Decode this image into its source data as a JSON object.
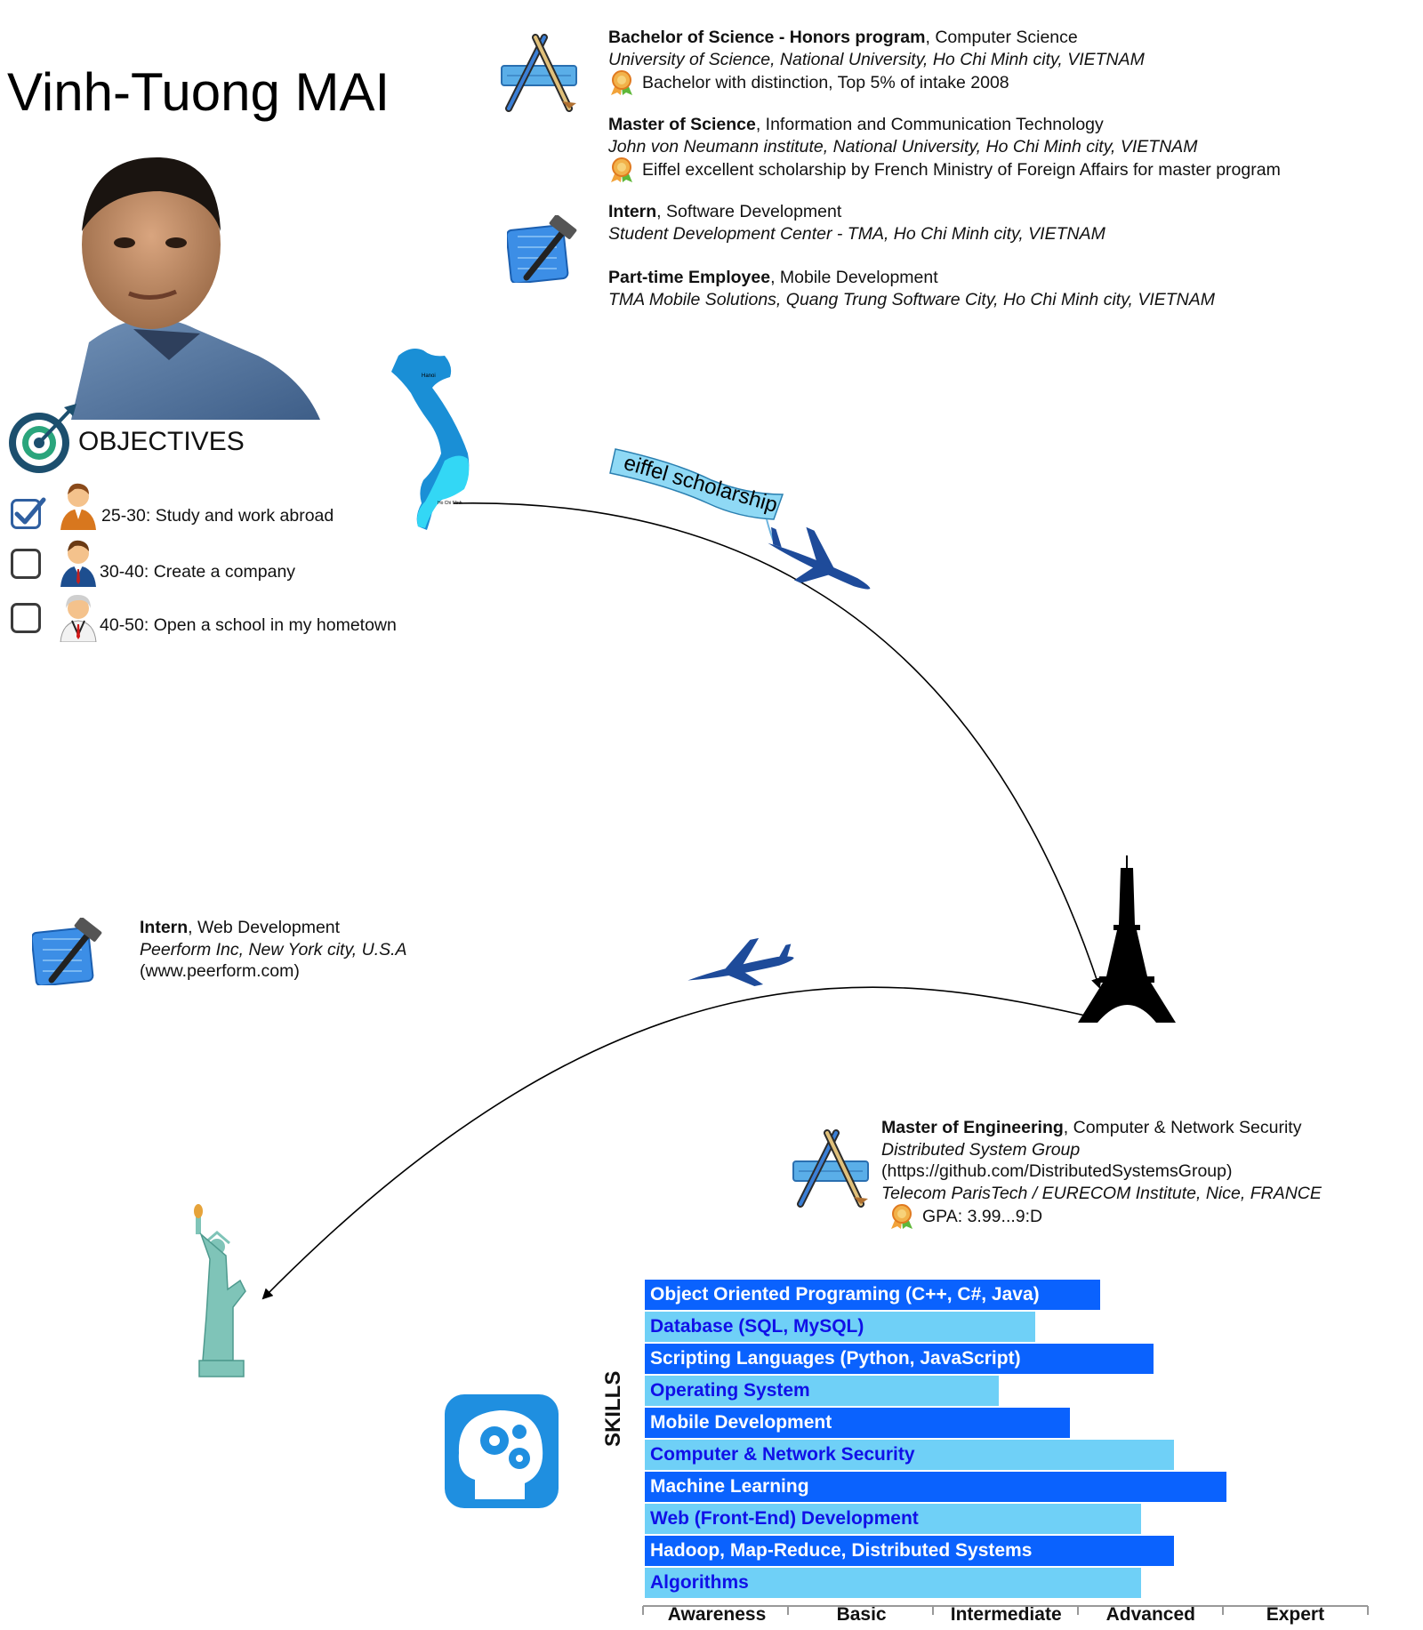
{
  "name": "Vinh-Tuong MAI",
  "education_top": [
    {
      "degree": "Bachelor of Science - Honors program",
      "field": ", Computer Science",
      "institution": "University of Science, National University, Ho Chi Minh city, VIETNAM",
      "award": "Bachelor with distinction, Top 5% of intake 2008"
    },
    {
      "degree": "Master of Science",
      "field": ", Information and Communication Technology",
      "institution": "John von Neumann institute, National University, Ho Chi Minh city, VIETNAM",
      "award": "Eiffel excellent scholarship by French Ministry of Foreign Affairs for master program"
    }
  ],
  "work_top": [
    {
      "role": "Intern",
      "field": ", Software Development",
      "company": "Student Development Center - TMA, Ho Chi Minh city, VIETNAM"
    },
    {
      "role": "Part-time Employee",
      "field": ", Mobile Development",
      "company": "TMA Mobile Solutions, Quang Trung Software City, Ho Chi Minh city, VIETNAM"
    }
  ],
  "objectives": {
    "title": "OBJECTIVES",
    "items": [
      {
        "text": "25-30: Study and work abroad",
        "checked": true
      },
      {
        "text": "30-40: Create a company",
        "checked": false
      },
      {
        "text": "40-50: Open a school in my hometown",
        "checked": false
      }
    ]
  },
  "map_labels": {
    "north": "Hanoi",
    "south": "Ho Chi Minh"
  },
  "banner": "eiffel scholarship",
  "work_usa": {
    "role": "Intern",
    "field": ", Web Development",
    "company": "Peerform Inc, New York city, U.S.A",
    "website": "(www.peerform.com)"
  },
  "education_france": {
    "degree": "Master of Engineering",
    "field": ", Computer & Network Security",
    "group": "Distributed System Group",
    "group_url": "(https://github.com/DistributedSystemsGroup)",
    "institution": "Telecom ParisTech / EURECOM Institute, Nice, FRANCE",
    "award": "GPA: 3.99...9:D"
  },
  "colors": {
    "bar_dark": "#0a62fe",
    "bar_light": "#6fd0f7",
    "text_on_light": "#1010e8",
    "map_dark": "#1a8fd6",
    "map_light": "#33d7f5",
    "plane": "#1e4b9a",
    "liberty": "#7fc4b8"
  },
  "chart_data": {
    "type": "bar",
    "orientation": "horizontal",
    "title": "",
    "ylabel": "SKILLS",
    "xlabel": "",
    "levels": [
      "Awareness",
      "Basic",
      "Intermediate",
      "Advanced",
      "Expert"
    ],
    "xlim": [
      0,
      5
    ],
    "categories": [
      "Object Oriented Programing (C++, C#, Java)",
      "Database (SQL, MySQL)",
      "Scripting Languages (Python, JavaScript)",
      "Operating System",
      "Mobile Development",
      "Computer & Network Security",
      "Machine Learning",
      "Web (Front-End) Development",
      "Hadoop, Map-Reduce, Distributed Systems",
      "Algorithms"
    ],
    "values": [
      3.15,
      2.7,
      3.52,
      2.45,
      2.94,
      3.66,
      4.02,
      3.43,
      3.66,
      3.43
    ]
  }
}
